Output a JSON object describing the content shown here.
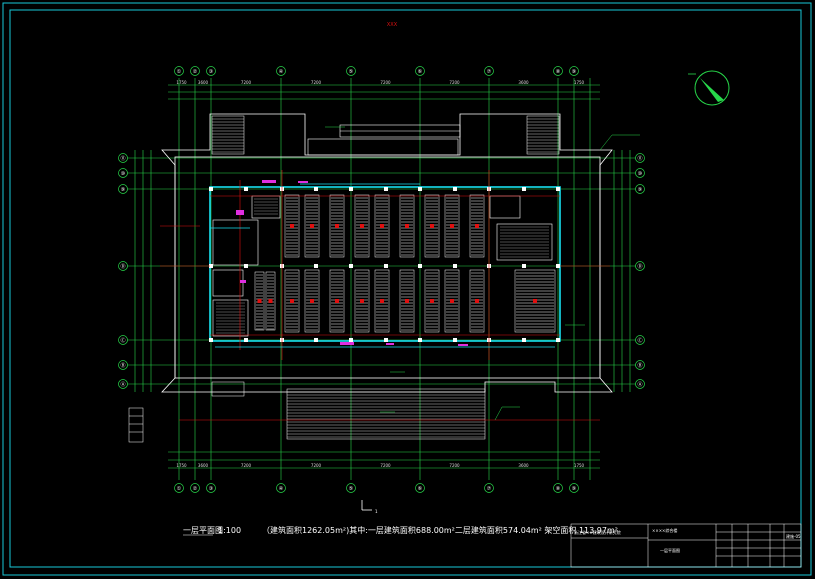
{
  "drawing": {
    "sheet_top_label": "XXX",
    "scale": "1:100",
    "area_text": "（建筑面积1262.05m²)其中:一层建筑面积688.00m²二层建筑面积574.04m²  架空面积 113.97m²",
    "view_title": "一层平面图",
    "section_mark": "1"
  },
  "axes": {
    "top": [
      "①",
      "②",
      "③",
      "④",
      "⑤",
      "⑥",
      "⑦",
      "⑧",
      "⑨"
    ],
    "bottom": [
      "①",
      "②",
      "③",
      "④",
      "⑤",
      "⑥",
      "⑦",
      "⑧",
      "⑨"
    ],
    "left": [
      "⑪",
      "⑩",
      "⑨",
      "Ⓓ",
      "Ⓒ",
      "Ⓑ",
      "Ⓐ"
    ],
    "right": [
      "⑪",
      "⑩",
      "⑨",
      "Ⓓ",
      "Ⓒ",
      "Ⓑ",
      "Ⓐ"
    ]
  },
  "dims": {
    "top_total": [
      "1750",
      "3600",
      "7200",
      "7200",
      "7200",
      "7200",
      "3600",
      "1750"
    ],
    "bottom_total": [
      "1750",
      "3600",
      "7200",
      "7200",
      "7200",
      "7200",
      "3600",
      "1750"
    ]
  },
  "title_block": {
    "company": "浙江省××建筑设计研究院",
    "drawing_name": "一层平面图",
    "project": "××××综合楼",
    "sheet_no": "建施-05"
  },
  "colors": {
    "background": "#000000",
    "frame": "#17c8d8",
    "green": "#27d84a",
    "red": "#e01010",
    "white": "#ffffff",
    "magenta": "#e02ee0",
    "cyan": "#18e0f0"
  }
}
